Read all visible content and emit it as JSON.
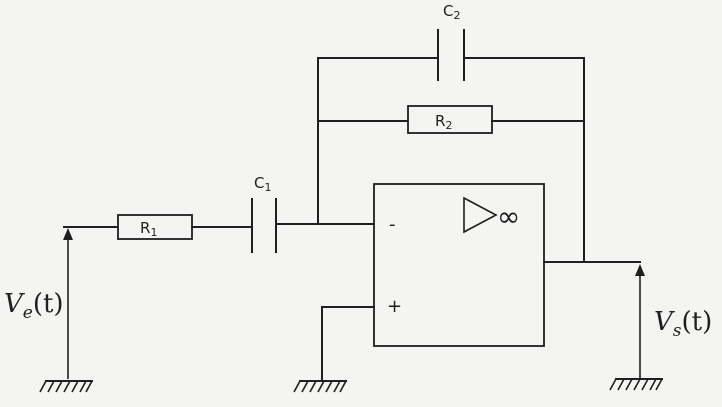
{
  "components": {
    "r1": "R",
    "r1_sub": "1",
    "r2": "R",
    "r2_sub": "2",
    "c1": "C",
    "c1_sub": "1",
    "c2": "C",
    "c2_sub": "2"
  },
  "opamp": {
    "minus": "-",
    "plus": "+",
    "gain": "∞"
  },
  "voltages": {
    "ve_main": "V",
    "ve_sub": "e",
    "ve_arg": "(t)",
    "vs_main": "V",
    "vs_sub": "s",
    "vs_arg": "(t)"
  }
}
